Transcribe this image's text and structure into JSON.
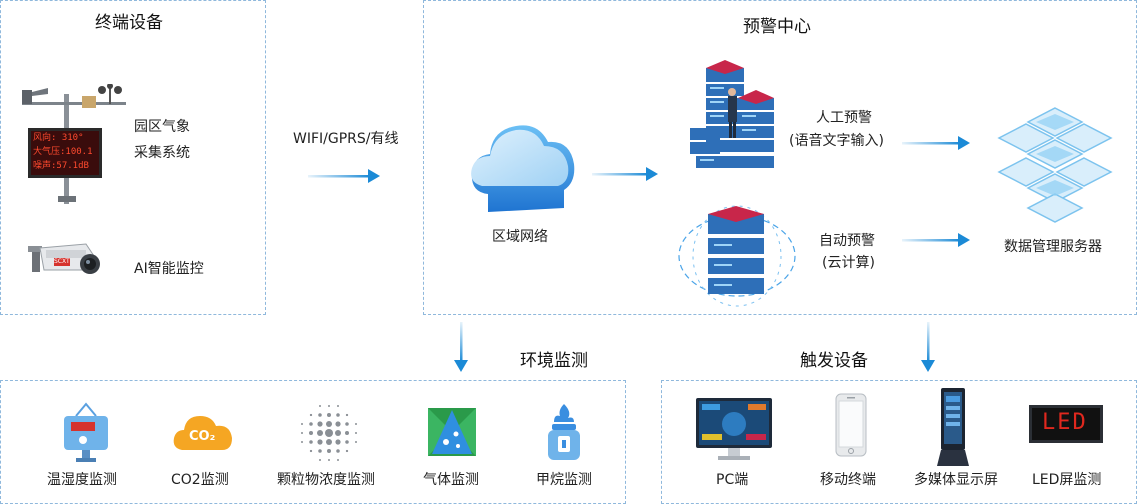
{
  "terminal": {
    "title": "终端设备",
    "weather_label_1": "园区气象",
    "weather_label_2": "采集系统",
    "weather_display_line1": "风向: 310°",
    "weather_display_line2": "大气压:100.1",
    "weather_display_line3": "噪声:57.1dB",
    "camera_label": "AI智能监控",
    "camera_brand": "SCXT"
  },
  "link_label": "WIFI/GPRS/有线",
  "center": {
    "title": "预警中心",
    "cloud_label": "区域网络",
    "manual_line1": "人工预警",
    "manual_line2": "(语音文字输入)",
    "auto_line1": "自动预警",
    "auto_line2": "(云计算)",
    "server_label": "数据管理服务器"
  },
  "env": {
    "title": "环境监测",
    "items": [
      "温湿度监测",
      "CO2监测",
      "颗粒物浓度监测",
      "气体监测",
      "甲烷监测"
    ],
    "co2_badge": "CO₂"
  },
  "trigger": {
    "title": "触发设备",
    "items": [
      "PC端",
      "移动终端",
      "多媒体显示屏",
      "LED屏监测"
    ],
    "led_text": "LED"
  },
  "colors": {
    "border": "#8fb8dc",
    "arrow": "#1b8ad6",
    "server_red": "#c8264a",
    "server_blue": "#2e6fb8",
    "cloud": "#3a94e0",
    "co2": "#f5a623"
  }
}
